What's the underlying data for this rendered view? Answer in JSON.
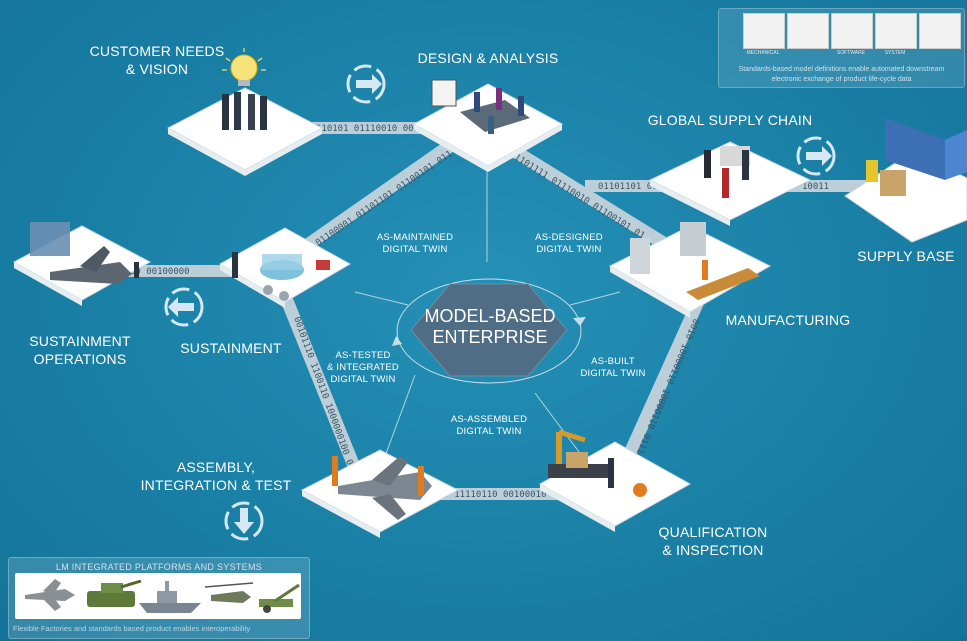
{
  "labels": {
    "customer_needs": [
      "CUSTOMER NEEDS",
      "& VISION"
    ],
    "design": "DESIGN & ANALYSIS",
    "global_supply": "GLOBAL SUPPLY CHAIN",
    "supply_base": "SUPPLY BASE",
    "manufacturing": "MANUFACTURING",
    "qualification": [
      "QUALIFICATION",
      "& INSPECTION"
    ],
    "assembly": [
      "ASSEMBLY,",
      "INTEGRATION & TEST"
    ],
    "sustainment": "SUSTAINMENT",
    "sustainment_ops": [
      "SUSTAINMENT",
      "OPERATIONS"
    ]
  },
  "twins": {
    "maintained": [
      "AS-MAINTAINED",
      "DIGITAL TWIN"
    ],
    "designed": [
      "AS-DESIGNED",
      "DIGITAL TWIN"
    ],
    "tested": [
      "AS-TESTED",
      "& INTEGRATED",
      "DIGITAL TWIN"
    ],
    "built": [
      "AS-BUILT",
      "DIGITAL TWIN"
    ],
    "assembled": [
      "AS-ASSEMBLED",
      "DIGITAL TWIN"
    ]
  },
  "hub": [
    "MODEL-BASED",
    "ENTERPRISE"
  ],
  "binary": {
    "top": "110101 01110010 0010",
    "left_upper": "01100001 01101101 01100101 01110",
    "right_upper": "0 01101111 01110010 01100101 01",
    "supply": "01101101 00",
    "supply_base": "10011",
    "sustain": "00 00100000",
    "left_lower": "00101110 1100110 1000000100 0",
    "right_lower": "0010 10000110 10000110 01110",
    "bottom": "10 11110110 00100010"
  },
  "top_panel": {
    "captions": [
      "MECHANICAL",
      "",
      "SOFTWARE",
      "SYSTEM",
      ""
    ],
    "text": [
      "Standards-based model definitions enable automated downstream",
      "electronic exchange of product life-cycle data"
    ]
  },
  "bottom_panel": {
    "title": "LM INTEGRATED PLATFORMS AND SYSTEMS",
    "text": "Flexible Factories and standards based product enables interoperability"
  },
  "colors": {
    "background": "#1a80a6",
    "hub": "#4a6a82",
    "platform": "#ffffff"
  }
}
